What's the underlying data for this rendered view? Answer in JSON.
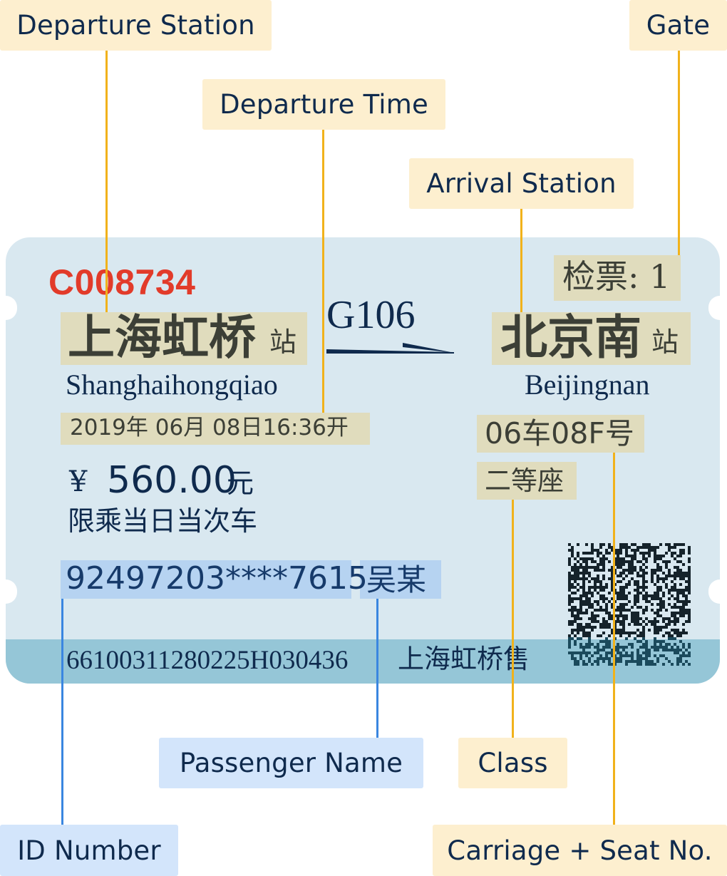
{
  "callouts": {
    "departure_station": "Departure Station",
    "departure_time": "Departure Time",
    "arrival_station": "Arrival Station",
    "gate": "Gate",
    "id_number": "ID Number",
    "passenger_name": "Passenger Name",
    "class": "Class",
    "carriage_seat": "Carriage + Seat No."
  },
  "ticket": {
    "serial": "C008734",
    "departure": {
      "station_cn": "上海虹桥",
      "suffix": "站",
      "station_en": "Shanghaihongqiao"
    },
    "train_no": "G106",
    "arrival": {
      "station_cn": "北京南",
      "suffix": "站",
      "station_en": "Beijingnan"
    },
    "gate": "检票: 1",
    "departure_time": "2019年 06月 08日16:36开",
    "carriage_seat": "06车08F号",
    "class": "二等座",
    "price_symbol": "¥",
    "price": "560.00",
    "price_unit": "元",
    "validity_note": "限乘当日当次车",
    "id_number": "92497203****7615",
    "passenger_name": "吴某",
    "ticket_code": "66100311280225H030436",
    "sold_at": "上海虹桥售"
  },
  "colors": {
    "ticket_bg": "#d9e8f0",
    "ticket_band": "#95c6d7",
    "serial_red": "#e23b2a",
    "highlight_tan": "#e0dcbd",
    "highlight_blue": "#b6d3f1",
    "callout_yellow": "#fdefcf",
    "callout_blue": "#d3e5fb",
    "leader_yellow": "#f1b21b",
    "leader_blue": "#3a86e0",
    "text_navy": "#0f2a4d"
  }
}
